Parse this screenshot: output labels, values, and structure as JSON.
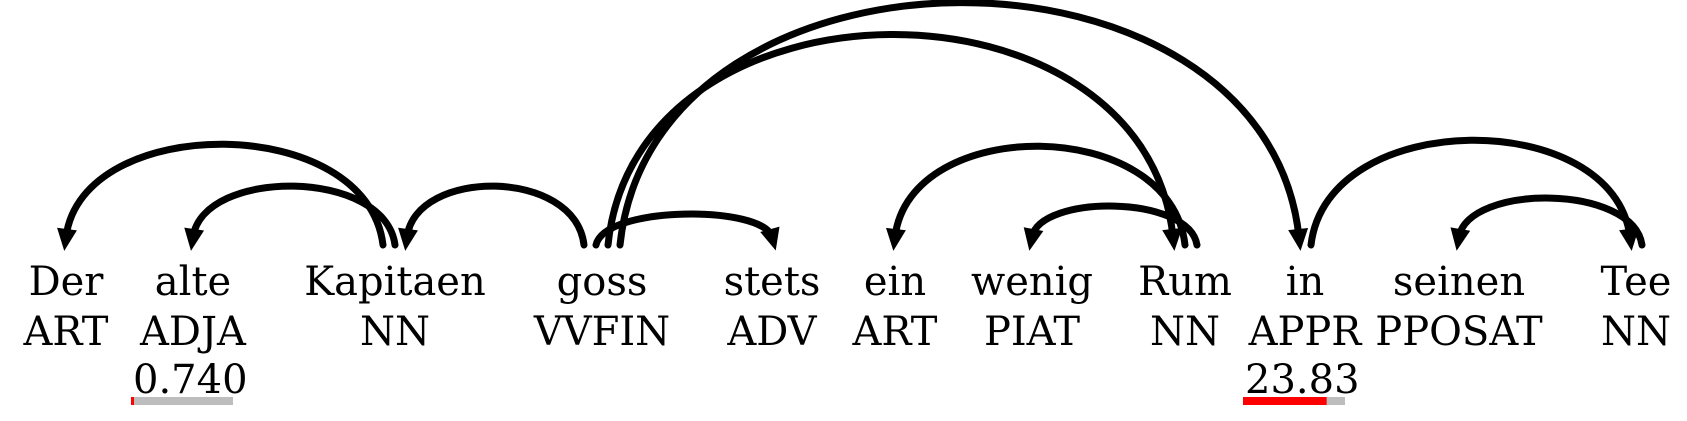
{
  "tokens": [
    {
      "word": "Der",
      "tag": "ART"
    },
    {
      "word": "alte",
      "tag": "ADJA"
    },
    {
      "word": "Kapitaen",
      "tag": "NN"
    },
    {
      "word": "goss",
      "tag": "VVFIN"
    },
    {
      "word": "stets",
      "tag": "ADV"
    },
    {
      "word": "ein",
      "tag": "ART"
    },
    {
      "word": "wenig",
      "tag": "PIAT"
    },
    {
      "word": "Rum",
      "tag": "NN"
    },
    {
      "word": "in",
      "tag": "APPR"
    },
    {
      "word": "seinen",
      "tag": "PPOSAT"
    },
    {
      "word": "Tee",
      "tag": "NN"
    }
  ],
  "arcs": [
    {
      "from": 2,
      "to": 0
    },
    {
      "from": 2,
      "to": 1
    },
    {
      "from": 3,
      "to": 2
    },
    {
      "from": 3,
      "to": 4
    },
    {
      "from": 3,
      "to": 7
    },
    {
      "from": 3,
      "to": 8
    },
    {
      "from": 7,
      "to": 5
    },
    {
      "from": 7,
      "to": 6
    },
    {
      "from": 8,
      "to": 10
    },
    {
      "from": 10,
      "to": 9
    }
  ],
  "scores": [
    {
      "token": 1,
      "label": "0.740",
      "fraction": 0.02
    },
    {
      "token": 8,
      "label": "23.83",
      "fraction": 0.82
    }
  ],
  "colors": {
    "text": "#000000",
    "arc": "#000000",
    "score_bar_fill": "#ff0000",
    "score_bar_track": "#bdbdbd"
  }
}
